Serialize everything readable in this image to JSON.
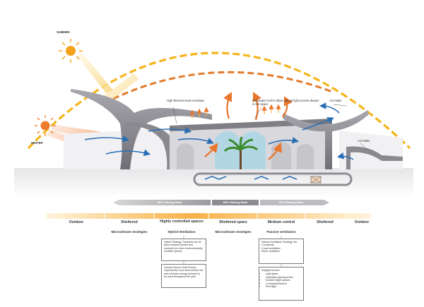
{
  "season_labels": {
    "summer": "SUMMER",
    "winter": "WINTER"
  },
  "annotations": {
    "thermal_mass": "High thermal mass envelope",
    "perforated_roof": "Perforated roof to allow natural light access deeper in the space",
    "air_intake_upper": "Air intake",
    "air_intake_lower": "Air intake"
  },
  "glazing_bars": [
    {
      "label": "90% Glazing Ratio"
    },
    {
      "label": "60% Glazing Ratio"
    },
    {
      "label": "90% Glazing Ratio"
    }
  ],
  "zones": [
    {
      "name": "Outdoor",
      "strategy": ""
    },
    {
      "name": "Sheltered",
      "strategy": "Microclimate strategies"
    },
    {
      "name": "Highly controlled spaces",
      "strategy": "Hybrid Ventilation"
    },
    {
      "name": "Sheltered space",
      "strategy": "Microclimate strategies"
    },
    {
      "name": "Medium control",
      "strategy": "Passive ventilation"
    },
    {
      "name": "Sheltered",
      "strategy": ""
    },
    {
      "name": "Outdoor",
      "strategy": ""
    }
  ],
  "boxes": {
    "hybrid": "Hybrid Strategy: Tempered air for peak seasons (winter and summer) for more environmentally sensible spaces",
    "ground_source": "Ground Source Heat Pumps: Opportunity to pre-heat outdoor air and minimize energy demand to be used throughout the year",
    "natural_vent_title": "Natural Ventilation Strategy Via:",
    "natural_vent_items": [
      "Courtyards",
      "Cross ventilation",
      "Stack ventilation"
    ],
    "daylight_title": "Daylight Access",
    "daylight_items": [
      "Light pipes",
      "Optimised glazing areas",
      "Double height spaces",
      "Courtyards/access",
      "Roof light"
    ]
  },
  "colors": {
    "sun": "#f7a21b",
    "summer_arc": "#f5b51b",
    "winter_arc": "#e27a2a",
    "structure": "#8f8e95",
    "wind": "#2a6fb5",
    "heat": "#e8762b"
  }
}
